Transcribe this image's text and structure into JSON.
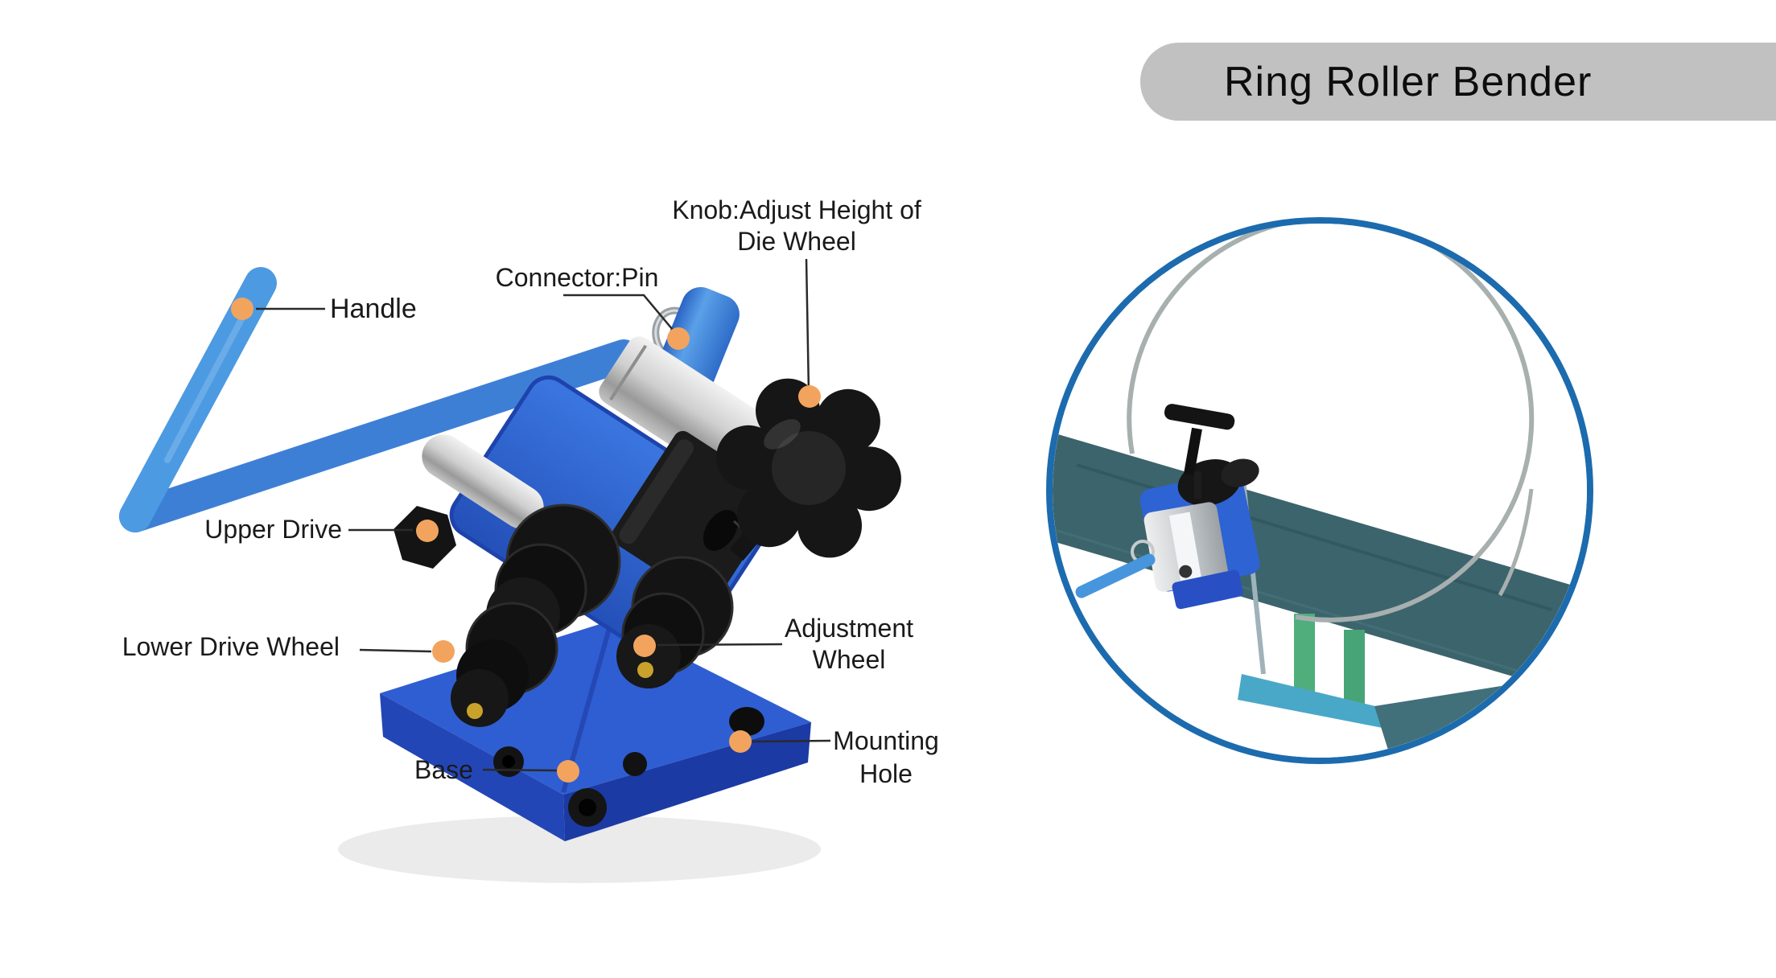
{
  "title": {
    "text": "Ring Roller Bender"
  },
  "diagram": {
    "labels": {
      "handle": "Handle",
      "connector": "Connector:Pin",
      "knob_line1": "Knob:Adjust Height of",
      "knob_line2": "Die Wheel",
      "upper_drive": "Upper Drive",
      "lower_drive": "Lower Drive Wheel",
      "adjustment_line1": "Adjustment",
      "adjustment_line2": "Wheel",
      "mounting_line1": "Mounting",
      "mounting_line2": "Hole",
      "base": "Base"
    }
  },
  "colors": {
    "marker_dot": "#F2A45E",
    "leader_line": "#2a2a2a",
    "title_pill_bg": "#C1C1C1",
    "photo_ring_border": "#1C6BAE",
    "tool_body_blue": "#2E63D4",
    "handle_blue": "#4795DC",
    "base_blue": "#2F5ED2",
    "bench_teal": "#3C646C",
    "knob_black": "#161616",
    "brass_fitting": "#C9A22C",
    "wire_gray": "#A7AFAF"
  }
}
